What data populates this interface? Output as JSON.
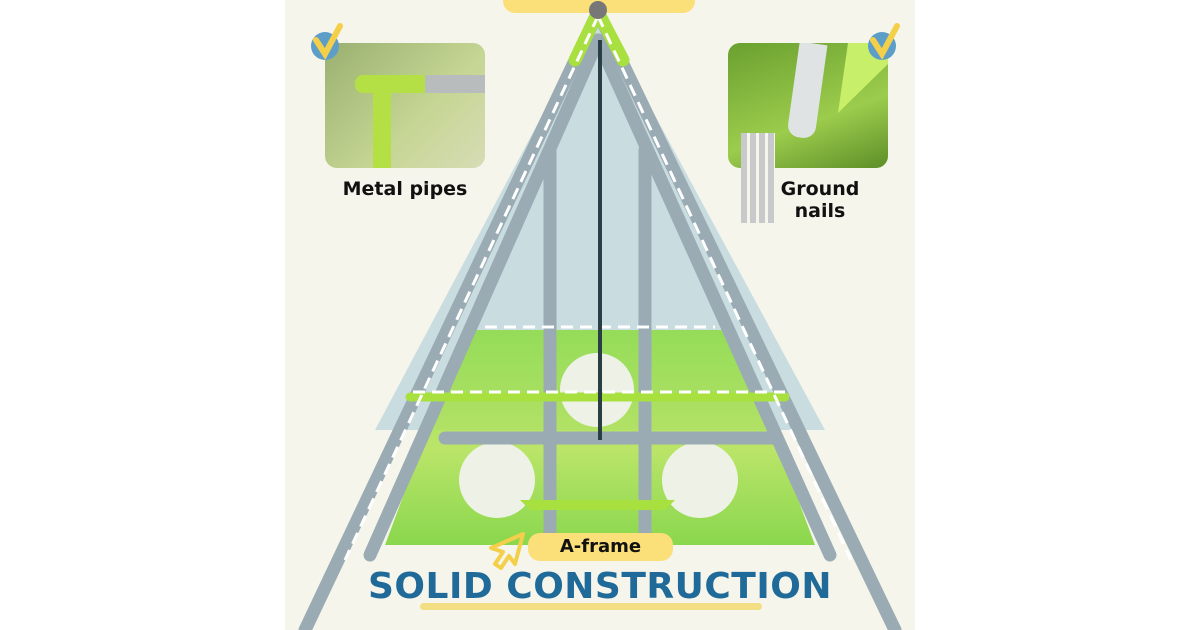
{
  "features": [
    {
      "label": "Metal pipes",
      "icon": "check-icon"
    },
    {
      "label": "Ground nails",
      "label_line1": "Ground",
      "label_line2": "nails",
      "icon": "check-icon"
    }
  ],
  "tag": "A-frame",
  "headline": "SOLID CONSTRUCTION",
  "colors": {
    "accent_blue": "#1f6a98",
    "lime": "#a4e04a",
    "yellow": "#fbe07a",
    "background": "#f6f5ec"
  }
}
